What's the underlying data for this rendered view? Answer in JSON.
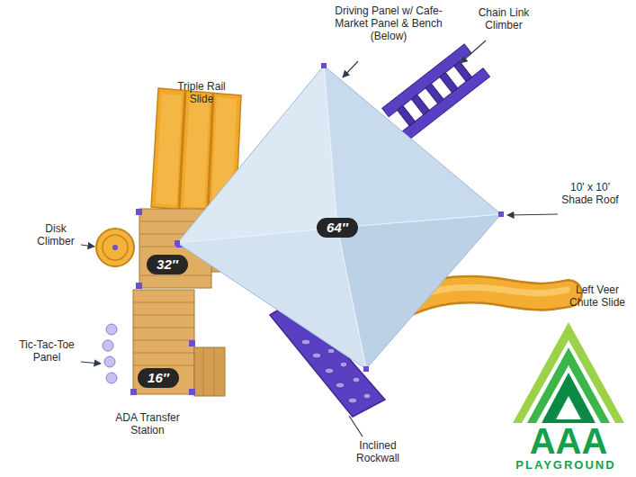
{
  "diagram": {
    "nodes": [
      {
        "text": [
          "64″"
        ]
      },
      {
        "text": [
          "32″"
        ]
      },
      {
        "text": [
          "16″"
        ]
      }
    ],
    "labels": [
      "Driving Panel w/ Cafe-Market Panel & Bench (Below)",
      "Chain Link Climber",
      "Triple Rail Slide",
      "10' x 10' Shade Roof",
      "Disk Climber",
      "Left Veer Chute Slide",
      "Tic-Tac-Toe Panel",
      "ADA Transfer Station",
      "Inclined Rockwall",
      "AAA",
      "PLAYGROUND"
    ]
  }
}
